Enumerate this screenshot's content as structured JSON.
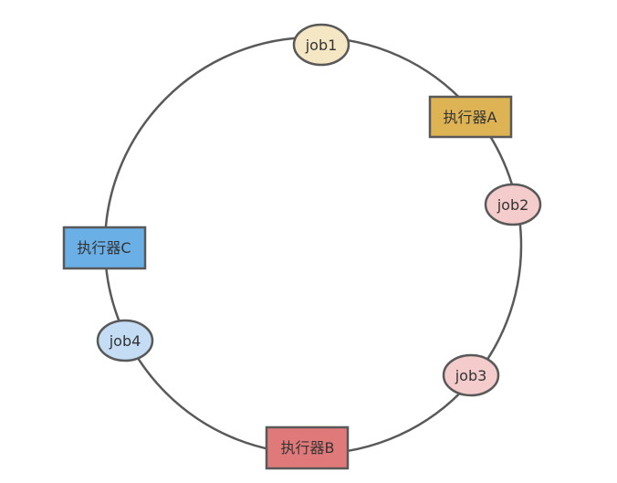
{
  "ring": {
    "stroke": "#595959"
  },
  "jobs": [
    {
      "label": "job1",
      "fill": "#f5e6c4"
    },
    {
      "label": "job2",
      "fill": "#f4cccc"
    },
    {
      "label": "job3",
      "fill": "#f4cccc"
    },
    {
      "label": "job4",
      "fill": "#c4ddf4"
    }
  ],
  "executors": [
    {
      "label": "执行器A",
      "fill": "#deb354"
    },
    {
      "label": "执行器B",
      "fill": "#e07a7a"
    },
    {
      "label": "执行器C",
      "fill": "#6aafe6"
    }
  ]
}
